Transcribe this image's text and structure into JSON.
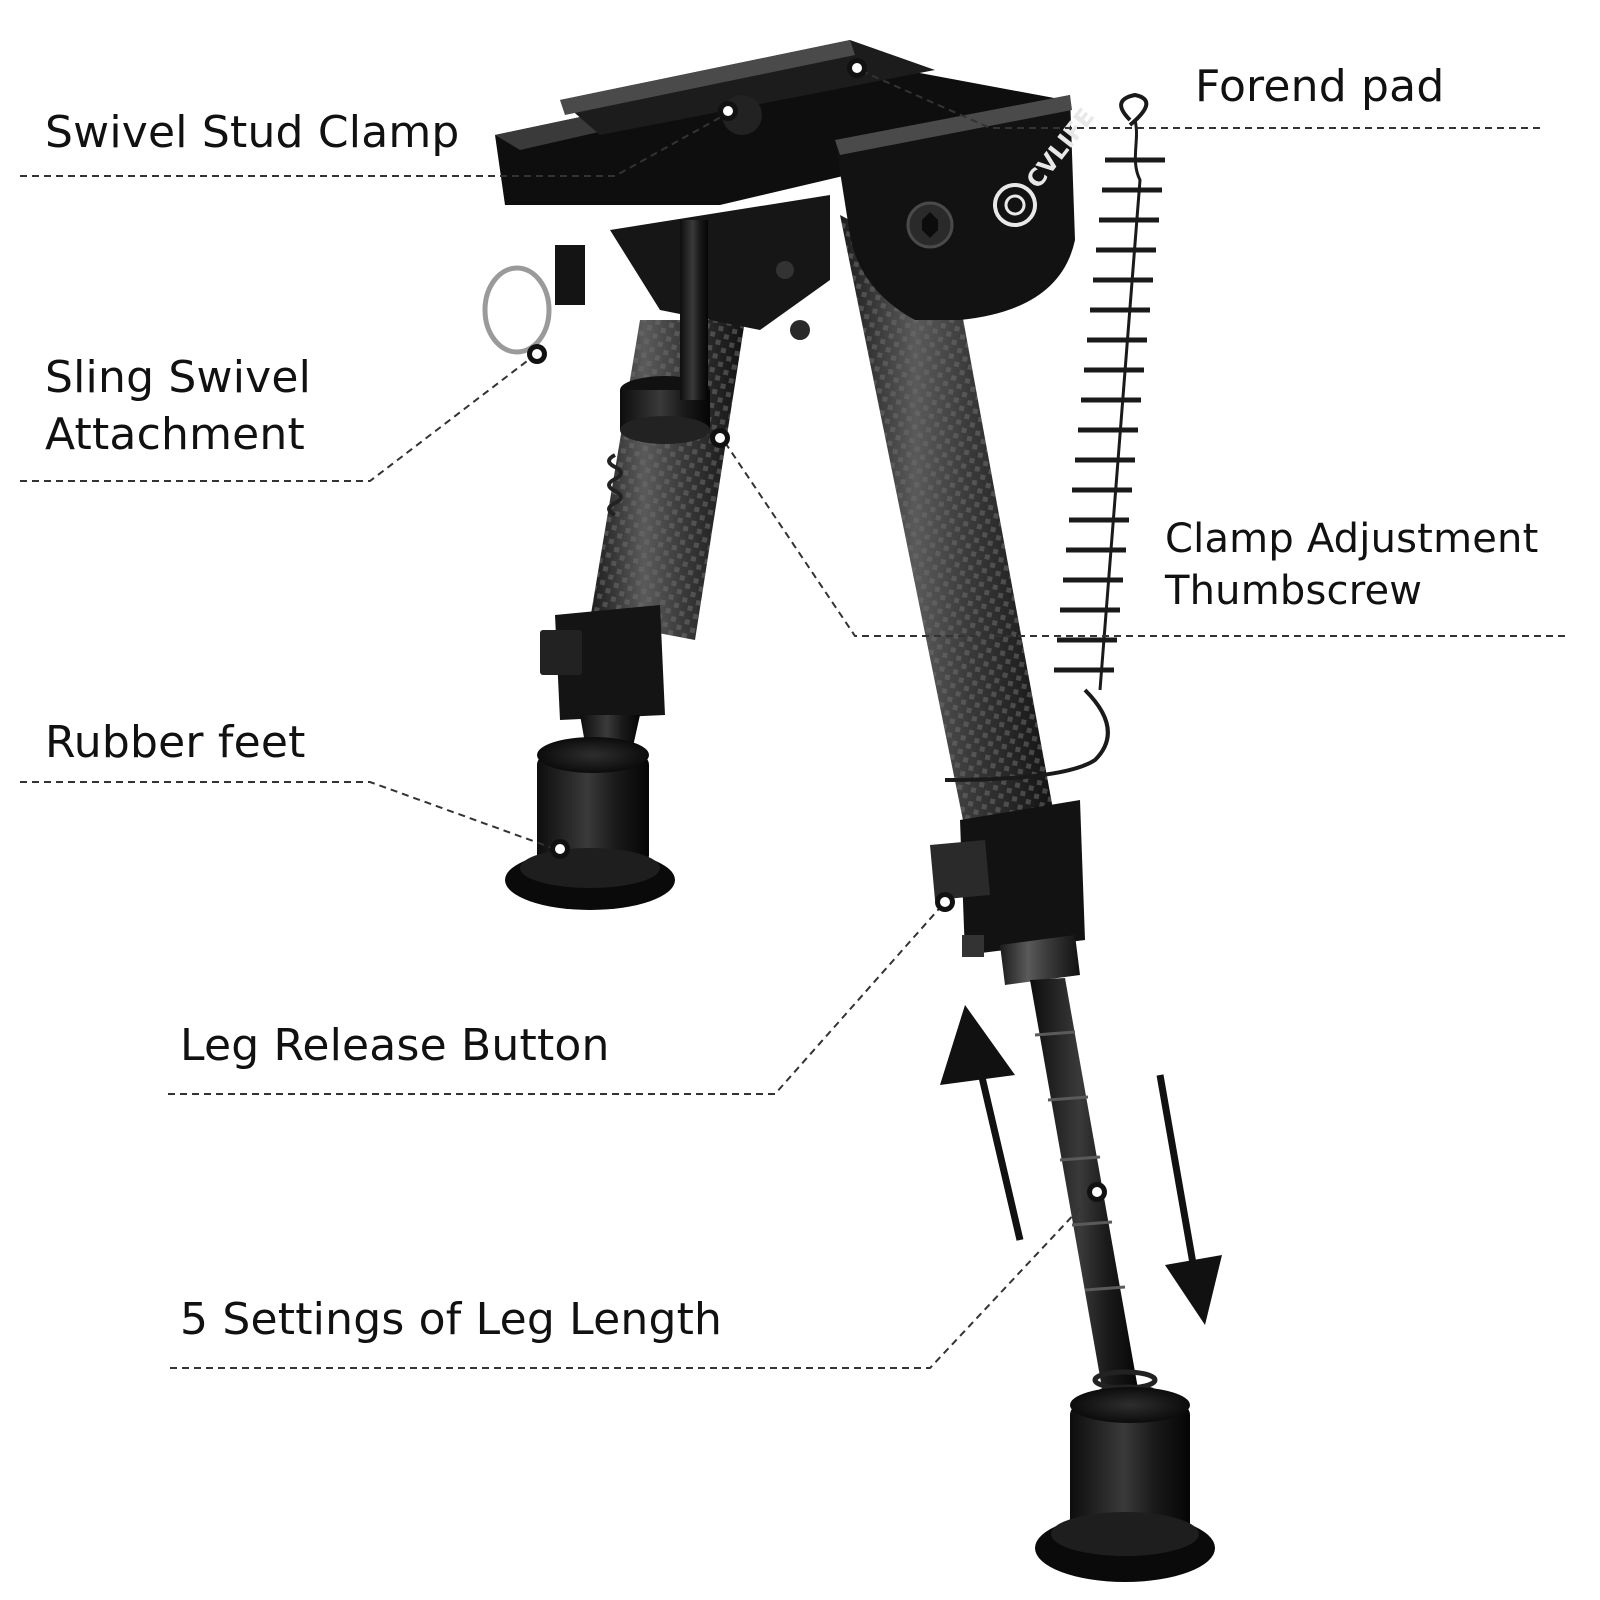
{
  "labels": {
    "forend_pad": "Forend pad",
    "swivel_stud_clamp": "Swivel Stud Clamp",
    "sling_swivel_attachment": [
      "Sling Swivel",
      "Attachment"
    ],
    "clamp_adjustment_thumbscrew": [
      "Clamp Adjustment",
      "Thumbscrew"
    ],
    "rubber_feet": "Rubber feet",
    "leg_release_button": "Leg Release Button",
    "leg_length_settings": "5 Settings of Leg Length"
  },
  "brand_logo": "CVLIFE",
  "colors": {
    "background": "#ffffff",
    "text": "#111111",
    "leader_line": "#333333",
    "metal_dark": "#1b1b1b",
    "carbon": "#3a3a3a"
  }
}
